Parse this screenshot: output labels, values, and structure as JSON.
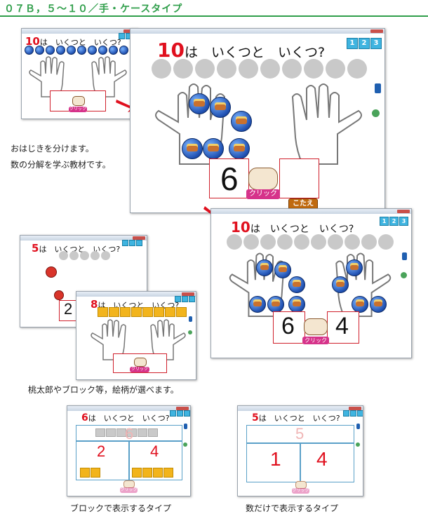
{
  "header": {
    "title": "０７Ｂ，５～１０／手・ケースタイプ"
  },
  "main_windows": {
    "small_top": {
      "target": "10",
      "question": "は　いくつと　いくつ?",
      "click_label": "クリック"
    },
    "large_top": {
      "target": "10",
      "question": "は　いくつと　いくつ?",
      "left_count": "6",
      "click_label": "クリック",
      "answer_label": "こたえ",
      "num_buttons": [
        "1",
        "2",
        "3"
      ]
    },
    "large_bottom": {
      "target": "10",
      "question": "は　いくつと　いくつ?",
      "left_count": "6",
      "right_count": "4",
      "click_label": "クリック",
      "num_buttons": [
        "1",
        "2",
        "3"
      ]
    }
  },
  "description": {
    "line1": "おはじきを分けます。",
    "line2": "数の分解を学ぶ教材です。"
  },
  "variants": {
    "momotaro": {
      "target": "5",
      "question": "は　いくつと　いくつ?",
      "left_count": "2"
    },
    "block": {
      "target": "8",
      "question": "は　いくつと　いくつ?",
      "click_label": "クリック"
    },
    "caption": "桃太郎やブロック等，絵柄が選べます。"
  },
  "block_type": {
    "target": "6",
    "question": "は　いくつと　いくつ?",
    "faded_total": "6",
    "left": "2",
    "right": "4",
    "click_label": "クリック",
    "caption": "ブロックで表示するタイプ",
    "left_blocks": 2,
    "right_blocks": 4
  },
  "number_type": {
    "target": "5",
    "question": "は　いくつと　いくつ?",
    "faded_total": "5",
    "left": "1",
    "right": "4",
    "click_label": "クリック",
    "caption": "数だけで表示するタイプ"
  },
  "colors": {
    "accent_green": "#2f9e4a",
    "number_red": "#e0101e",
    "token_blue": "#1f4fb0",
    "block_yellow": "#f2b41c",
    "click_pink": "#d6338a"
  }
}
